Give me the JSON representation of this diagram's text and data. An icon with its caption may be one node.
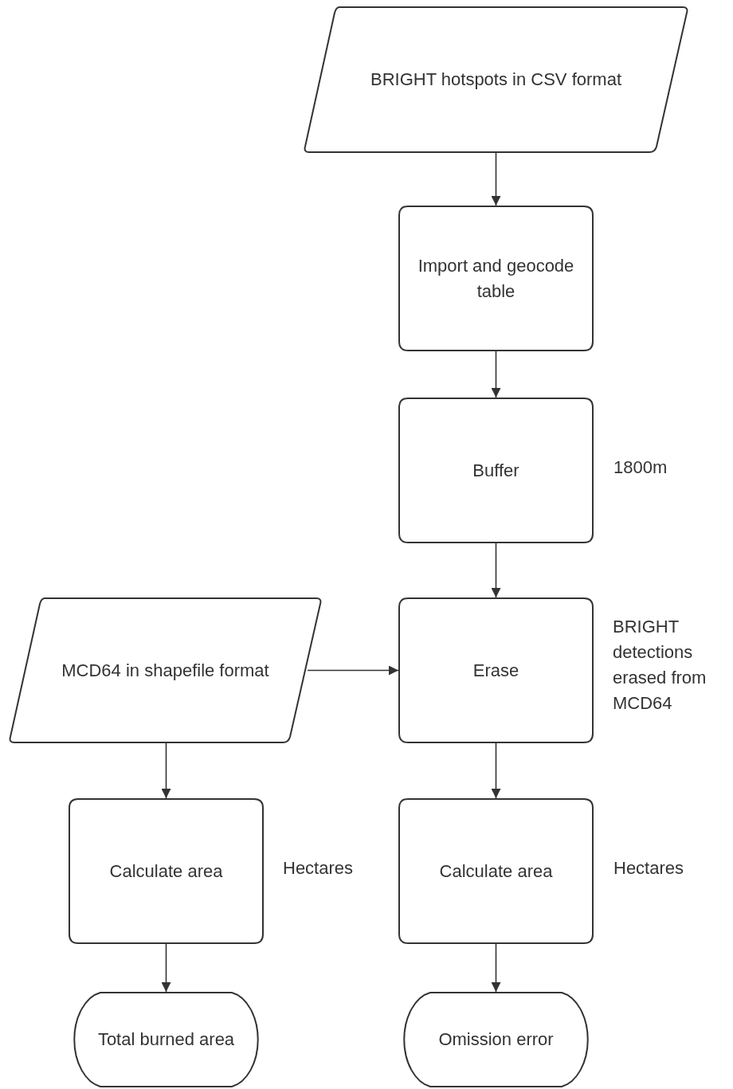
{
  "diagram": {
    "nodes": [
      {
        "text": [
          "BRIGHT hotspots in CSV format"
        ]
      },
      {
        "text": [
          "Import and geocode table"
        ]
      },
      {
        "text": [
          "Buffer"
        ],
        "beside": [
          "1800m"
        ]
      },
      {
        "text": [
          "Erase"
        ],
        "beside": [
          "BRIGHT detections erased from MCD64"
        ]
      },
      {
        "text": [
          "MCD64 in shapefile format"
        ]
      },
      {
        "text": [
          "Calculate area"
        ],
        "beside": [
          "Hectares"
        ]
      },
      {
        "text": [
          "Calculate area"
        ],
        "beside": [
          "Hectares"
        ]
      },
      {
        "text": [
          "Total burned area"
        ]
      },
      {
        "text": [
          "Omission error"
        ]
      }
    ],
    "edges": [
      {
        "from": 0,
        "to": 1,
        "arrow": "to"
      },
      {
        "from": 1,
        "to": 2,
        "arrow": "to"
      },
      {
        "from": 2,
        "to": 3,
        "arrow": "to"
      },
      {
        "from": 4,
        "to": 3,
        "arrow": "to"
      },
      {
        "from": 4,
        "to": 5,
        "arrow": "to"
      },
      {
        "from": 3,
        "to": 6,
        "arrow": "to"
      },
      {
        "from": 5,
        "to": 7,
        "arrow": "to"
      },
      {
        "from": 6,
        "to": 8,
        "arrow": "to"
      }
    ]
  }
}
